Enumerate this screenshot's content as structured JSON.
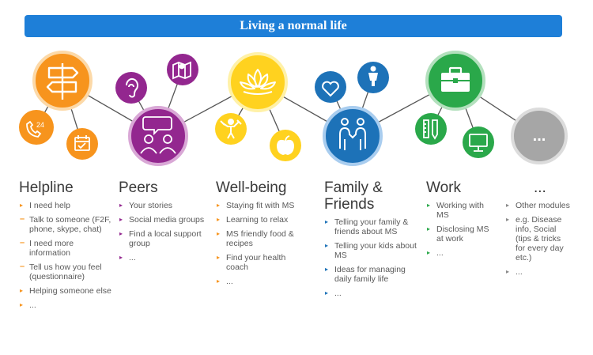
{
  "banner": {
    "title": "Living a normal life"
  },
  "colors": {
    "orange": "#f7941d",
    "purple": "#93278f",
    "yellow": "#ffd21f",
    "blue": "#1d72b8",
    "green": "#2aa84a",
    "grey": "#a6a6a6",
    "banner": "#1e7fd8"
  },
  "nodes": [
    {
      "id": "helpline",
      "icon": "signpost-icon",
      "color": "#f7941d"
    },
    {
      "id": "helpline-phone",
      "icon": "phone-24-icon",
      "color": "#f7941d"
    },
    {
      "id": "helpline-calendar",
      "icon": "calendar-check-icon",
      "color": "#f7941d"
    },
    {
      "id": "peers",
      "icon": "chat-people-icon",
      "color": "#93278f"
    },
    {
      "id": "peers-ear",
      "icon": "ear-icon",
      "color": "#93278f"
    },
    {
      "id": "peers-map",
      "icon": "map-pin-icon",
      "color": "#93278f"
    },
    {
      "id": "wellbeing",
      "icon": "lotus-icon",
      "color": "#ffd21f"
    },
    {
      "id": "wellbeing-fitness",
      "icon": "dumbbell-person-icon",
      "color": "#ffd21f"
    },
    {
      "id": "wellbeing-apple",
      "icon": "apple-icon",
      "color": "#ffd21f"
    },
    {
      "id": "family",
      "icon": "couple-icon",
      "color": "#1d72b8"
    },
    {
      "id": "family-heart",
      "icon": "heart-icon",
      "color": "#1d72b8"
    },
    {
      "id": "family-child",
      "icon": "child-icon",
      "color": "#1d72b8"
    },
    {
      "id": "work",
      "icon": "briefcase-icon",
      "color": "#2aa84a"
    },
    {
      "id": "work-tools",
      "icon": "pencil-ruler-icon",
      "color": "#2aa84a"
    },
    {
      "id": "work-monitor",
      "icon": "monitor-icon",
      "color": "#2aa84a"
    },
    {
      "id": "more",
      "icon": "ellipsis-icon",
      "color": "#a6a6a6",
      "label": "..."
    }
  ],
  "columns": [
    {
      "title": "Helpline",
      "color": "#f7941d",
      "items": [
        {
          "text": "I need help",
          "marker": "▸",
          "sub": false
        },
        {
          "text": "Talk to someone (F2F, phone, skype, chat)",
          "marker": "–",
          "sub": true
        },
        {
          "text": "I need more information",
          "marker": "–",
          "sub": true
        },
        {
          "text": "Tell us how you feel (questionnaire)",
          "marker": "–",
          "sub": true
        },
        {
          "text": "Helping someone else",
          "marker": "▸",
          "sub": false
        },
        {
          "text": "...",
          "marker": "▸",
          "sub": false
        }
      ]
    },
    {
      "title": "Peers",
      "color": "#93278f",
      "items": [
        {
          "text": "Your stories",
          "marker": "▸",
          "sub": false
        },
        {
          "text": "Social media groups",
          "marker": "▸",
          "sub": false
        },
        {
          "text": "Find a local support group",
          "marker": "▸",
          "sub": false
        },
        {
          "text": "...",
          "marker": "▸",
          "sub": false
        }
      ]
    },
    {
      "title": "Well-being",
      "color": "#f7941d",
      "items": [
        {
          "text": "Staying fit with MS",
          "marker": "▸",
          "sub": false
        },
        {
          "text": "Learning to relax",
          "marker": "▸",
          "sub": false
        },
        {
          "text": "MS friendly food & recipes",
          "marker": "▸",
          "sub": false
        },
        {
          "text": "Find your health coach",
          "marker": "▸",
          "sub": false
        },
        {
          "text": "...",
          "marker": "▸",
          "sub": false
        }
      ]
    },
    {
      "title": "Family & Friends",
      "color": "#1d72b8",
      "items": [
        {
          "text": "Telling your family & friends about MS",
          "marker": "▸",
          "sub": false
        },
        {
          "text": "Telling your kids about MS",
          "marker": "▸",
          "sub": false
        },
        {
          "text": "Ideas for managing daily family life",
          "marker": "▸",
          "sub": false
        },
        {
          "text": "...",
          "marker": "▸",
          "sub": false
        }
      ]
    },
    {
      "title": "Work",
      "color": "#2aa84a",
      "items": [
        {
          "text": "Working with MS",
          "marker": "▸",
          "sub": false
        },
        {
          "text": "Disclosing MS at work",
          "marker": "▸",
          "sub": false
        },
        {
          "text": "...",
          "marker": "▸",
          "sub": false
        }
      ]
    },
    {
      "title": "...",
      "color": "#888888",
      "items": [
        {
          "text": "Other modules",
          "marker": "▸",
          "sub": false
        },
        {
          "text": "e.g. Disease info, Social (tips & tricks for every day etc.)",
          "marker": "▸",
          "sub": false
        },
        {
          "text": "...",
          "marker": "▸",
          "sub": false
        }
      ]
    }
  ]
}
